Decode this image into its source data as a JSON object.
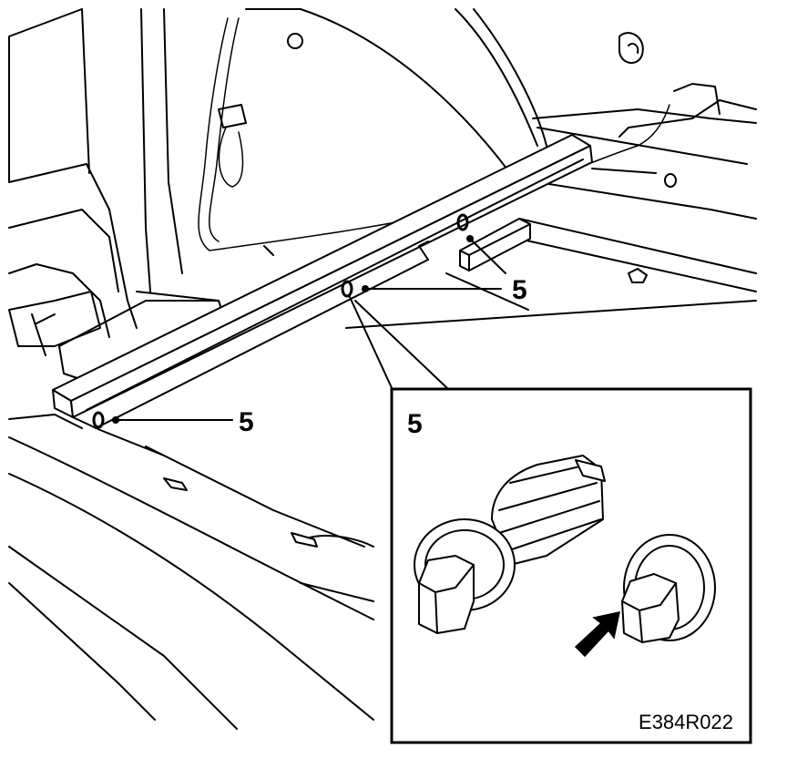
{
  "callouts": [
    {
      "id": "clip-rear",
      "label": "5"
    },
    {
      "id": "clip-middle",
      "label": "5"
    },
    {
      "id": "clip-front",
      "label": "5"
    }
  ],
  "inset": {
    "label": "5"
  },
  "figure_code": "E384R022"
}
